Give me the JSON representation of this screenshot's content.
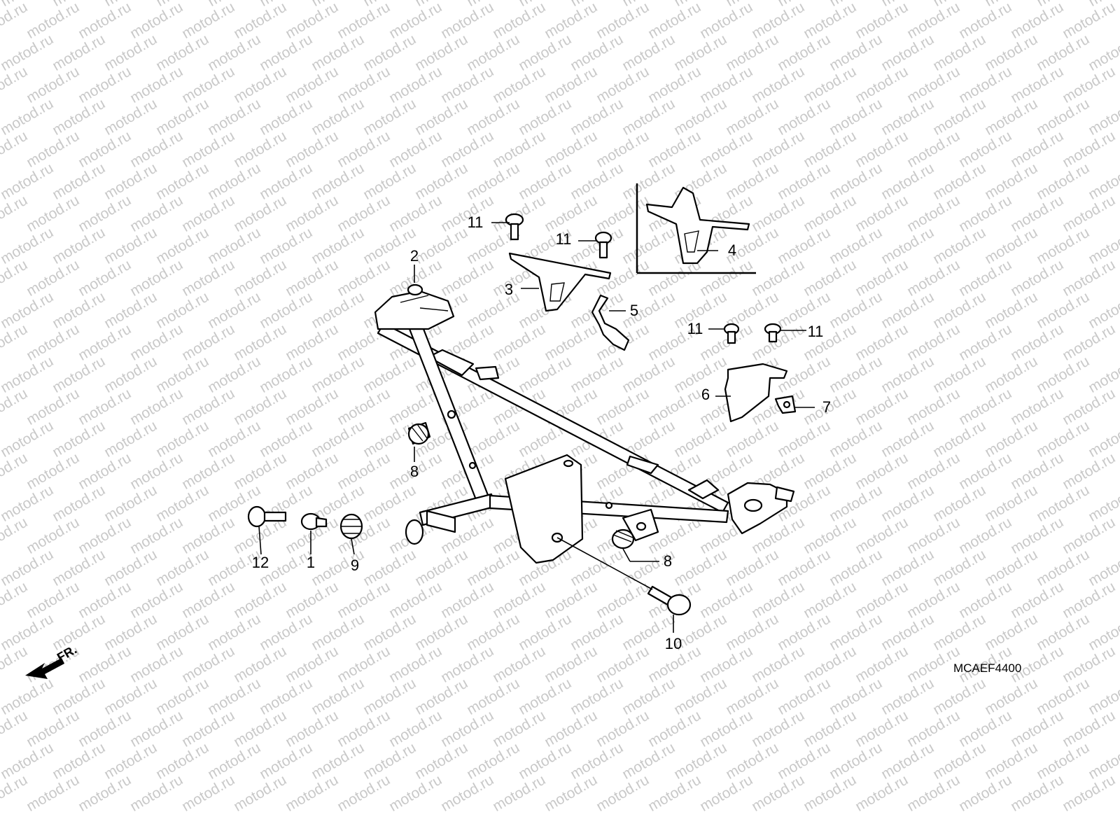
{
  "watermark": "motod.ru",
  "diagram_code": "MCAEF4400",
  "direction_label": "FR.",
  "callouts": [
    {
      "id": "c1",
      "label": "1"
    },
    {
      "id": "c2",
      "label": "2"
    },
    {
      "id": "c3",
      "label": "3"
    },
    {
      "id": "c4",
      "label": "4"
    },
    {
      "id": "c5",
      "label": "5"
    },
    {
      "id": "c6",
      "label": "6"
    },
    {
      "id": "c7",
      "label": "7"
    },
    {
      "id": "c8a",
      "label": "8"
    },
    {
      "id": "c8b",
      "label": "8"
    },
    {
      "id": "c9",
      "label": "9"
    },
    {
      "id": "c10",
      "label": "10"
    },
    {
      "id": "c11a",
      "label": "11"
    },
    {
      "id": "c11b",
      "label": "11"
    },
    {
      "id": "c11c",
      "label": "11"
    },
    {
      "id": "c11d",
      "label": "11"
    },
    {
      "id": "c12",
      "label": "12"
    }
  ]
}
